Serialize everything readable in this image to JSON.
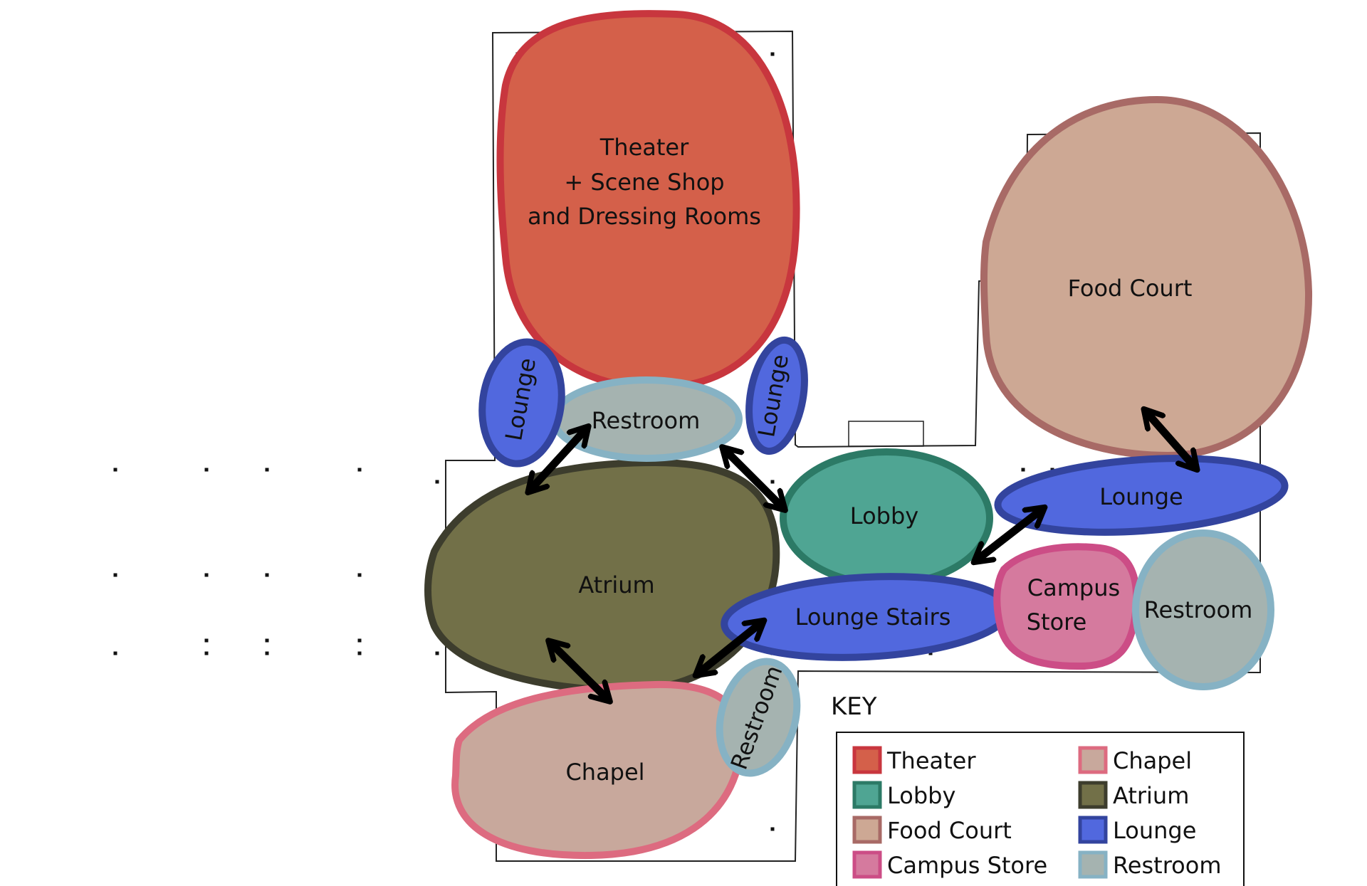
{
  "colors": {
    "theater": {
      "fill": "#d4604a",
      "stroke": "#c8363e"
    },
    "lobby": {
      "fill": "#4fa593",
      "stroke": "#2c7a66"
    },
    "food_court": {
      "fill": "#cda894",
      "stroke": "#a86a66"
    },
    "campus_store": {
      "fill": "#d57a9e",
      "stroke": "#cc4d86"
    },
    "chapel": {
      "fill": "#c8a89c",
      "stroke": "#dd6b80"
    },
    "atrium": {
      "fill": "#727048",
      "stroke": "#3d3d2d"
    },
    "lounge": {
      "fill": "#5168de",
      "stroke": "#33449e"
    },
    "restroom": {
      "fill": "#a5b3b0",
      "stroke": "#86b2c4"
    },
    "arrow": "#000000",
    "floorplan": "#222222"
  },
  "rooms": {
    "theater": [
      "Theater",
      "+ Scene Shop",
      "and Dressing Rooms"
    ],
    "food_court": "Food Court",
    "lobby": "Lobby",
    "atrium": "Atrium",
    "chapel": "Chapel",
    "lounge_left": "Lounge",
    "lounge_right": "Lounge",
    "lounge_east": "Lounge",
    "lounge_stairs": "Lounge Stairs",
    "restroom_top": "Restroom",
    "restroom_east": "Restroom",
    "restroom_chapel": "Restroom",
    "campus_store": [
      "Campus",
      "Store"
    ]
  },
  "key": {
    "title": "KEY",
    "items": [
      {
        "label": "Theater",
        "swatch": "theater"
      },
      {
        "label": "Lobby",
        "swatch": "lobby"
      },
      {
        "label": "Food Court",
        "swatch": "food_court"
      },
      {
        "label": "Campus Store",
        "swatch": "campus_store"
      },
      {
        "label": "Chapel",
        "swatch": "chapel"
      },
      {
        "label": "Atrium",
        "swatch": "atrium"
      },
      {
        "label": "Lounge",
        "swatch": "lounge"
      },
      {
        "label": "Restroom",
        "swatch": "restroom"
      }
    ]
  }
}
